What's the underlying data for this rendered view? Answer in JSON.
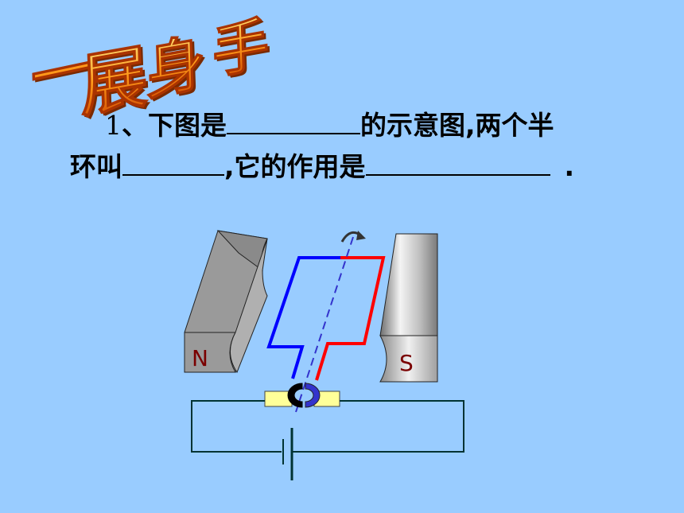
{
  "title_art": {
    "text": "一展身手",
    "chars": [
      "一",
      "展",
      "身",
      "手"
    ]
  },
  "question": {
    "number": "1",
    "line1_a": "、下图是",
    "line1_b": "的示意图,两个半",
    "line2_a": "环叫",
    "line2_b": ",它的作用是",
    "line2_end": "."
  },
  "diagram": {
    "magnet_left_label": "N",
    "magnet_right_label": "S",
    "colors": {
      "background": "#99ccff",
      "magnet_gray": "#9a9a9a",
      "coil_blue": "#0000ff",
      "coil_red": "#ff0000",
      "ring_black": "#000000",
      "ring_blue": "#3333cc",
      "brush_yellow": "#ffff99",
      "circuit_line": "#003333"
    }
  }
}
